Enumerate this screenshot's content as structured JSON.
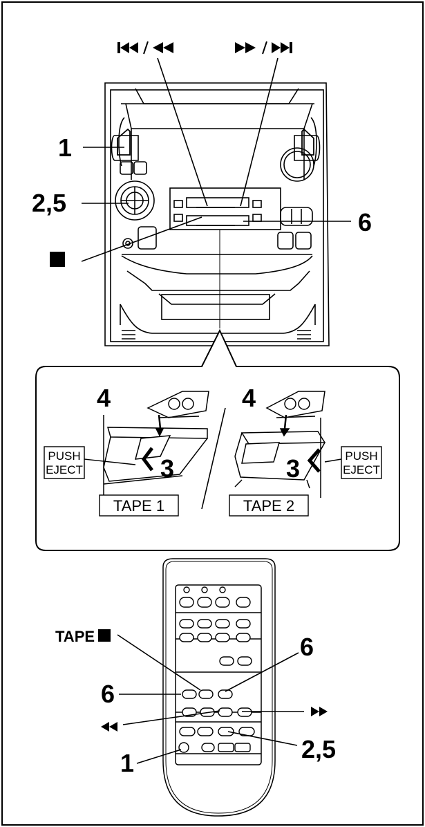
{
  "transport_labels": {
    "rewind_skip": "◀◀ / ◀◀",
    "forward_skip": "▶▶ / ▶▶"
  },
  "unit_callouts": {
    "c1": "1",
    "c25": "2,5",
    "c6": "6",
    "stop": "■"
  },
  "inset": {
    "step4_left": "4",
    "step4_right": "4",
    "step3_left": "3",
    "step3_right": "3",
    "push_eject_left": [
      "PUSH",
      "EJECT"
    ],
    "push_eject_right": [
      "PUSH",
      "EJECT"
    ],
    "tape1": "TAPE 1",
    "tape2": "TAPE 2"
  },
  "remote_callouts": {
    "tape_stop": "TAPE",
    "c6_right": "6",
    "c6_left": "6",
    "rewind": "◀◀",
    "forward": "▶▶",
    "c1": "1",
    "c25": "2,5"
  },
  "colors": {
    "ink": "#000000",
    "paper": "#ffffff"
  }
}
